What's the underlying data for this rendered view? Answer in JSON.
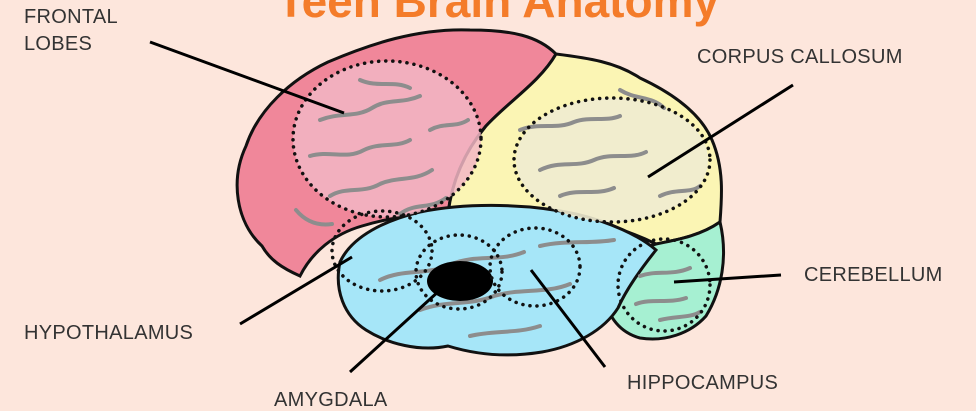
{
  "title": "Teen Brain Anatomy",
  "labels": {
    "frontal_line1": "FRONTAL",
    "frontal_line2": "LOBES",
    "corpus_callosum": "CORPUS CALLOSUM",
    "cerebellum": "CEREBELLUM",
    "hypothalamus": "HYPOTHALAMUS",
    "amygdala": "AMYGDALA",
    "hippocampus": "HIPPOCAMPUS"
  },
  "colors": {
    "background": "#fde6dc",
    "title": "#f47c2a",
    "frontal": "#f0879a",
    "frontal_highlight": "#f2b6c4",
    "parietal": "#fbf5b4",
    "parietal_highlight": "#efecd0",
    "temporal": "#a6e6f8",
    "cerebellum": "#a6f0d2",
    "amygdala": "#000000",
    "outline": "#111111",
    "sulci": "#8d8d8d"
  }
}
